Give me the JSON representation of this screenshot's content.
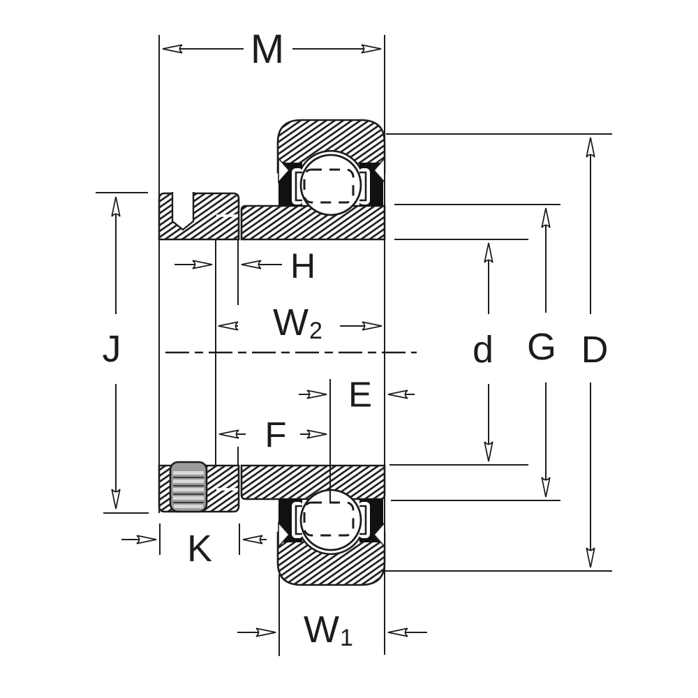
{
  "diagram": {
    "subject": "Insert ball bearing with eccentric locking collar - dimensioned cross-section side view",
    "background": "#ffffff",
    "ink": "#1c1c1c",
    "screw_fill": "#9c9c9c",
    "screw_rib": "#d8d8d8",
    "labels": {
      "M": "M",
      "H": "H",
      "W2_base": "W",
      "W2_sub": "2",
      "J": "J",
      "d": "d",
      "G": "G",
      "D": "D",
      "E": "E",
      "F": "F",
      "K": "K",
      "W1_base": "W",
      "W1_sub": "1"
    }
  }
}
